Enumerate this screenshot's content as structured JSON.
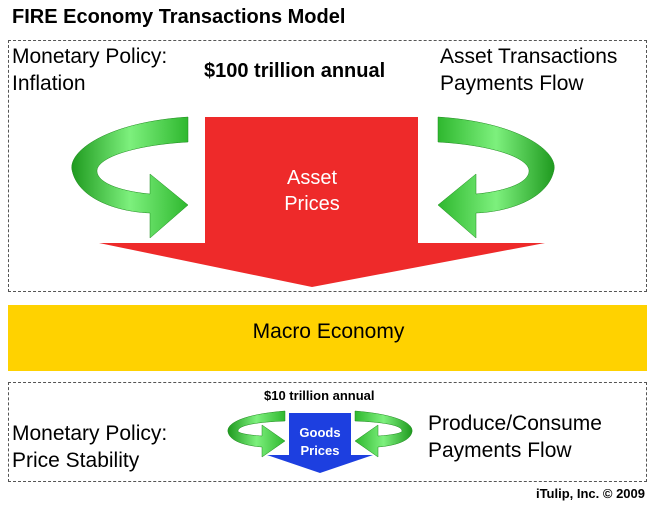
{
  "title": "FIRE Economy Transactions Model",
  "top_section": {
    "left_label": [
      "Monetary Policy:",
      "Inflation"
    ],
    "center_label": "$100 trillion annual",
    "right_label": [
      "Asset Transactions",
      "Payments Flow"
    ],
    "arrow_label": [
      "Asset",
      "Prices"
    ],
    "arrow_color": "#ee2a2a",
    "curved_arrow_color": "#33cc33"
  },
  "macro_bar": {
    "label": "Macro Economy",
    "color": "#ffd200"
  },
  "bottom_section": {
    "left_label": [
      "Monetary Policy:",
      "Price Stability"
    ],
    "center_label": "$10 trillion annual",
    "right_label": [
      "Produce/Consume",
      "Payments Flow"
    ],
    "arrow_label": [
      "Goods",
      "Prices"
    ],
    "arrow_color": "#1d3fe0",
    "curved_arrow_color": "#33cc33"
  },
  "credit": "iTulip, Inc. © 2009"
}
